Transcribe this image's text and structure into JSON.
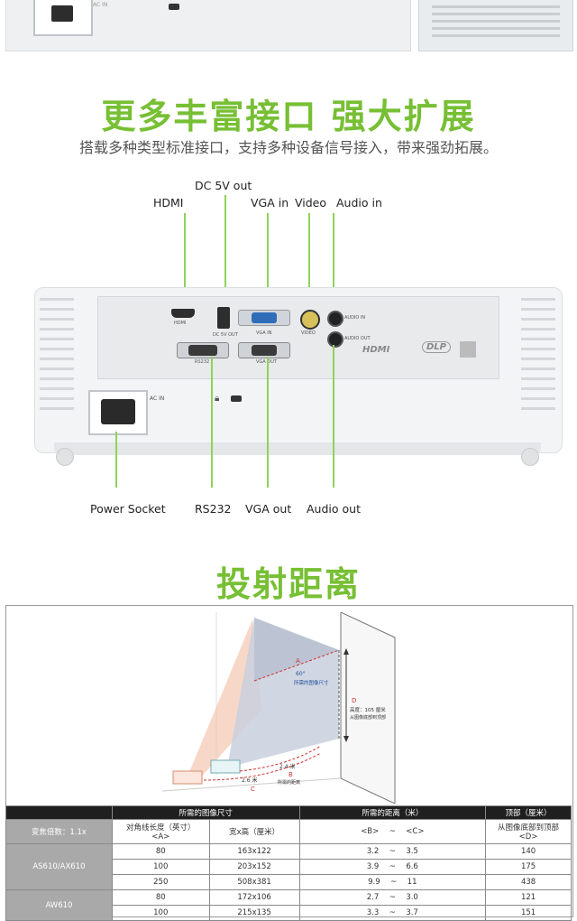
{
  "top_photo": {
    "label": "AC IN",
    "label2": "AC IN"
  },
  "section1": {
    "title": "更多丰富接口 强大扩展",
    "subtitle": "搭载多种类型标准接口，支持多种设备信号接入，带来强劲拓展。"
  },
  "ports_top": {
    "dc5v": "DC 5V out",
    "hdmi": "HDMI",
    "vga_in": "VGA in",
    "video": "Video",
    "audio_in": "Audio in"
  },
  "ports_bottom": {
    "power": "Power Socket",
    "rs232": "RS232",
    "vga_out": "VGA out",
    "audio_out": "Audio out"
  },
  "panel_labels": {
    "hdmi": "HDMI",
    "dc5v": "DC 5V OUT",
    "vga_in": "VGA IN",
    "video": "VIDEO",
    "audio_in": "AUDIO IN",
    "audio_out": "AUDIO OUT",
    "rs232": "RS232",
    "vga_out": "VGA OUT",
    "hdmi_logo": "HDMI",
    "dlp_logo": "DLP",
    "ac_in": "AC IN"
  },
  "section2": {
    "title": "投射距离"
  },
  "diagram": {
    "a": "A",
    "angle": "60°",
    "required_image_size": "所需的图像尺寸",
    "d": "D",
    "height_label": "高度：105 厘米",
    "height_sub": "从图像底部到顶部",
    "dist1": "2.4 米",
    "b": "B",
    "required_distance": "所需的距离",
    "dist2": "2.6 米",
    "c": "C"
  },
  "table": {
    "header": [
      "",
      "所需的图像尺寸",
      "",
      "所需的距离（米）",
      "顶部（厘米）"
    ],
    "zoom_label": "变焦倍数：1.1x",
    "sub_a": "对角线长度（英寸）",
    "sub_a2": "<A>",
    "sub_wh": "宽x高（厘米）",
    "sub_b": "<B>",
    "sub_tilde": "~",
    "sub_c": "<C>",
    "sub_d": "从图像底部到顶部",
    "sub_d2": "<D>",
    "groups": [
      {
        "model": "AS610/AX610",
        "rows": [
          {
            "diag": "80",
            "wh": "163x122",
            "b": "3.2",
            "c": "3.5",
            "d": "140"
          },
          {
            "diag": "100",
            "wh": "203x152",
            "b": "3.9",
            "c": "6.6",
            "d": "175"
          },
          {
            "diag": "250",
            "wh": "508x381",
            "b": "9.9",
            "c": "11",
            "d": "438"
          }
        ]
      },
      {
        "model": "AW610",
        "rows": [
          {
            "diag": "80",
            "wh": "172x106",
            "b": "2.7",
            "c": "3.0",
            "d": "121"
          },
          {
            "diag": "100",
            "wh": "215x135",
            "b": "3.3",
            "c": "3.7",
            "d": "151"
          }
        ]
      }
    ]
  },
  "colors": {
    "accent_green": "#77bf34",
    "leader_green": "#8ed35a",
    "table_header": "#1f1f1f"
  }
}
